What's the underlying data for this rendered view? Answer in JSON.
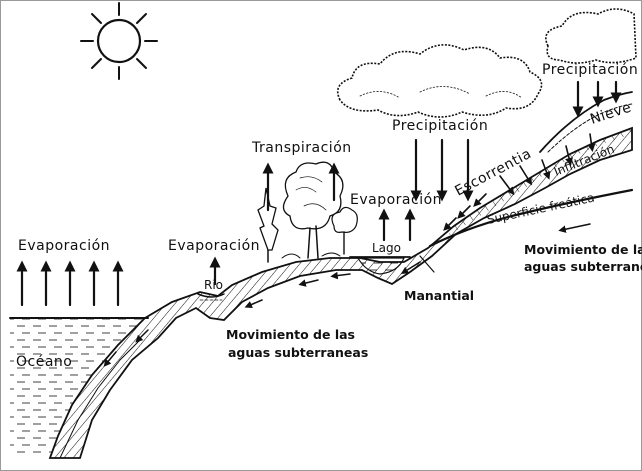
{
  "labels": {
    "evaporation_ocean": "Evaporación",
    "evaporation_river": "Evaporación",
    "evaporation_lake": "Evaporación",
    "transpiration": "Transpiración",
    "precipitation_center": "Precipitación",
    "precipitation_right": "Precipitación",
    "snow": "Nieve",
    "runoff": "Escorrentia",
    "infiltration": "Infiltración",
    "water_table": "Superficie freática",
    "river": "Rio",
    "lake": "Lago",
    "spring": "Manantial",
    "ocean": "Océano",
    "groundwater_right_line1": "Movimiento de las",
    "groundwater_right_line2": "aguas subterraneas",
    "groundwater_center_line1": "Movimiento de las",
    "groundwater_center_line2": "aguas subterraneas"
  },
  "icons": [
    "sun-icon",
    "cloud-icon",
    "tree-icon",
    "arrow-up-icon",
    "arrow-down-icon"
  ],
  "colors": {
    "ink": "#111111",
    "background": "#ffffff"
  }
}
